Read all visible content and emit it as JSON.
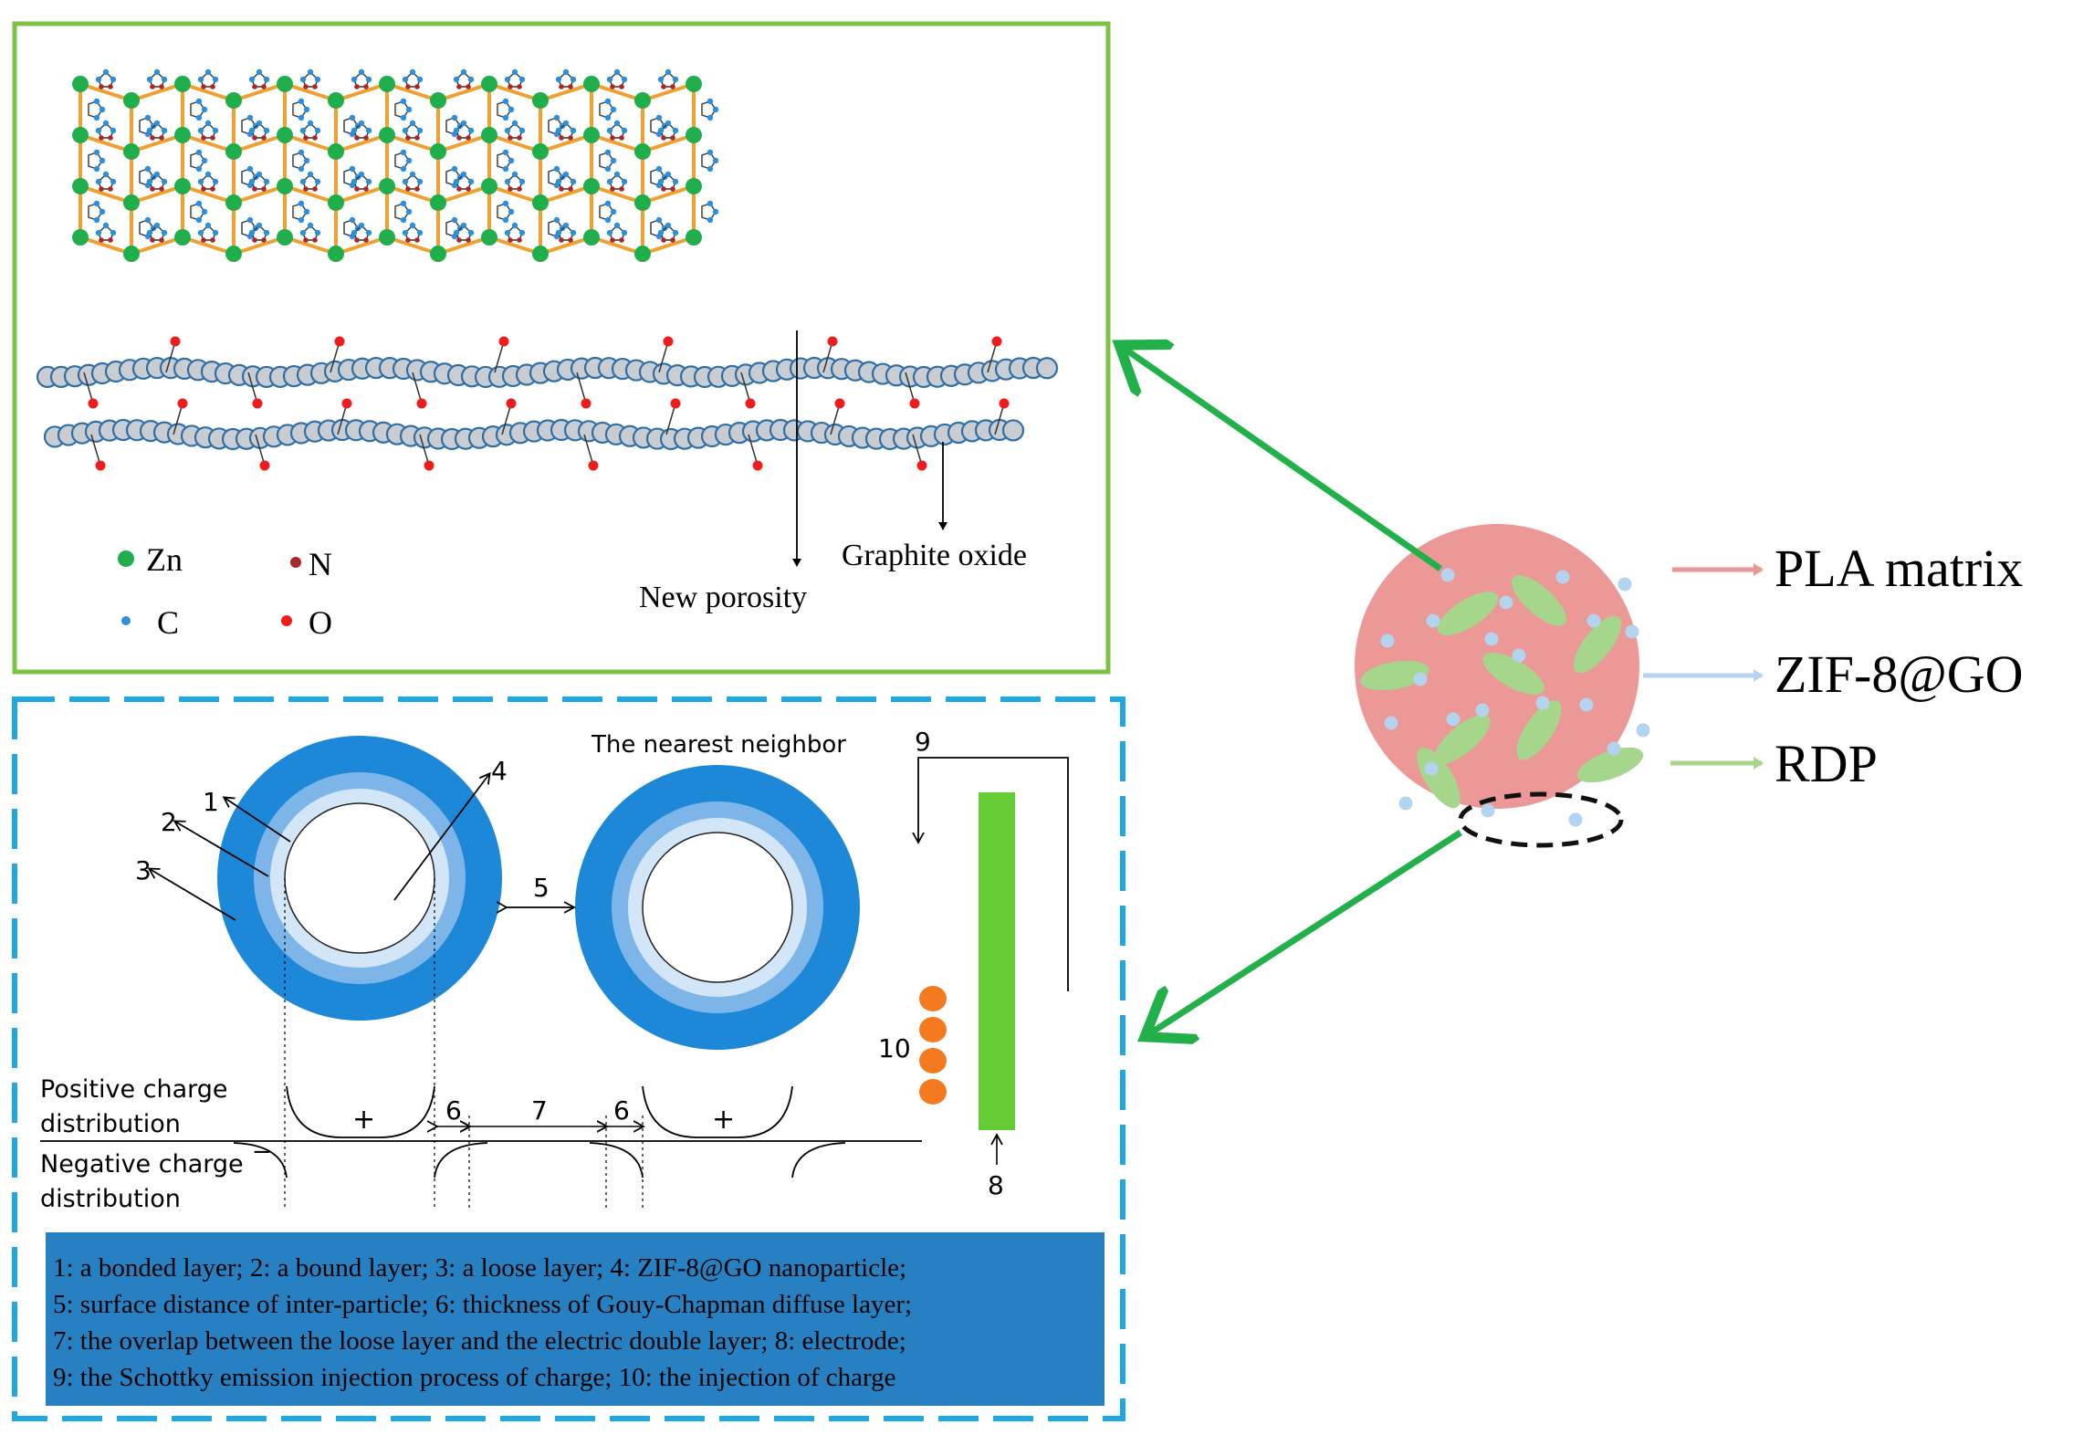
{
  "legend": {
    "zn": "Zn",
    "n": "N",
    "c": "C",
    "o": "O"
  },
  "annotations": {
    "new_porosity": "New porosity",
    "graphite_oxide": "Graphite oxide"
  },
  "circle_labels": {
    "pla": "PLA matrix",
    "zif": "ZIF-8@GO",
    "rdp": "RDP"
  },
  "model": {
    "nearest_neighbor": "The nearest neighbor",
    "num1": "1",
    "num2": "2",
    "num3": "3",
    "num4": "4",
    "num5": "5",
    "num6a": "6",
    "num6b": "6",
    "num7": "7",
    "num8": "8",
    "num9": "9",
    "num10": "10",
    "plus1": "+",
    "plus2": "+",
    "minus": "−",
    "positive_line1": "Positive charge",
    "positive_line2": "distribution",
    "negative_line1": "Negative charge",
    "negative_line2": "distribution"
  },
  "caption": {
    "line1": "1: a bonded layer; 2: a bound layer; 3: a loose layer; 4: ZIF-8@GO nanoparticle;",
    "line2": "5: surface distance of inter-particle; 6: thickness of Gouy-Chapman diffuse layer;",
    "line3": "7: the overlap between the loose layer and the electric double layer; 8: electrode;",
    "line4": "9: the Schottky emission injection process of charge; 10: the injection of  charge"
  },
  "colors": {
    "zn": "#1fae4b",
    "c": "#2f8fd8",
    "n": "#a52a2a",
    "o": "#ee1c1c",
    "bond": "#f0a030",
    "top_frame": "#7cc243",
    "dashed_frame": "#1ea9e6",
    "caption_bg": "#2680c2",
    "pla_circle": "#ec9897",
    "rdp_particle": "#a6d58c",
    "zif_particle": "#b4d3ef",
    "arrow_green": "#22b04a",
    "electrode": "#66cc33",
    "charge_dot": "#f47a20",
    "shell_outer": "#1e88d8",
    "shell_mid": "#7db5e8",
    "shell_inner": "#d2e6f7"
  }
}
